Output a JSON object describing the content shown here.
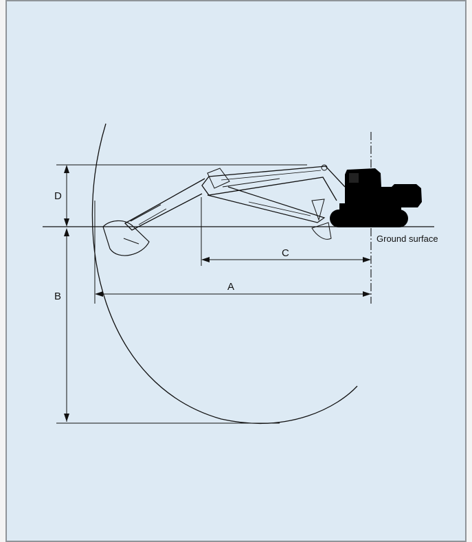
{
  "labels": {
    "A": "A",
    "B": "B",
    "C": "C",
    "D": "D",
    "ground": "Ground surface"
  },
  "colors": {
    "panel_bg": "#ddeaf4",
    "frame_border": "#8f9499",
    "line": "#111111",
    "machine": "#000000"
  }
}
